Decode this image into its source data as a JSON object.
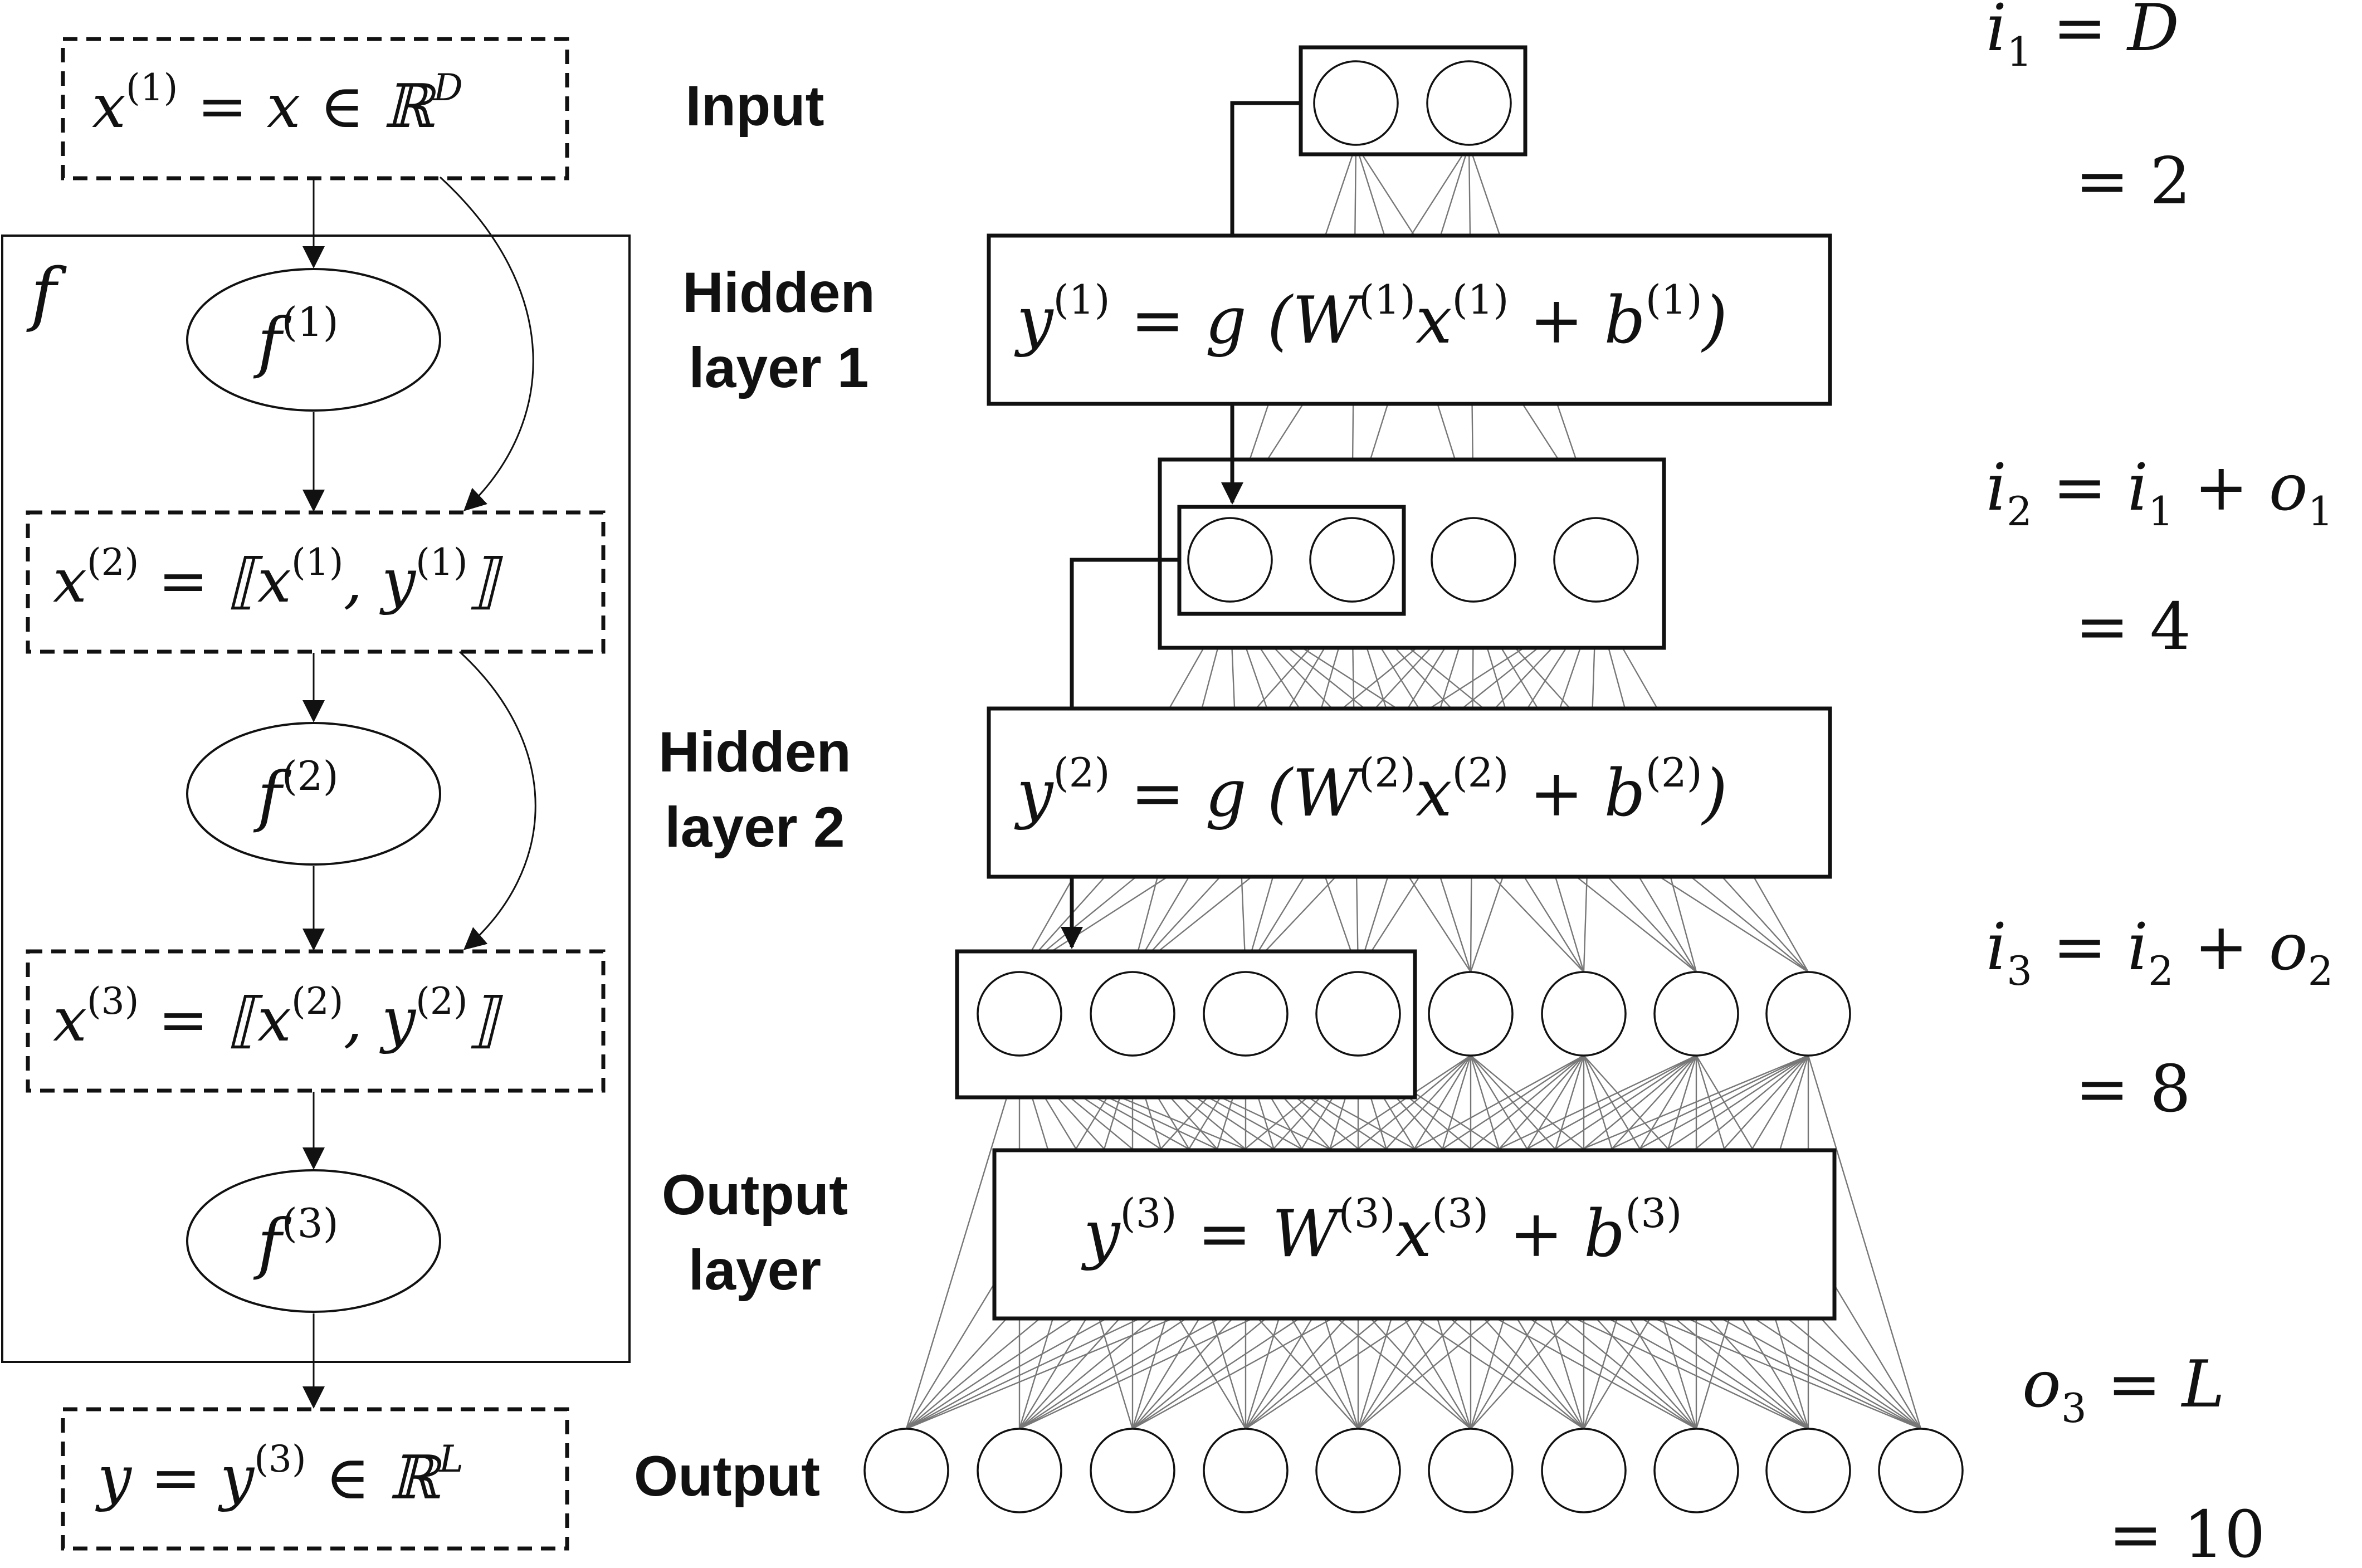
{
  "left": {
    "f_label": "f",
    "input_box": {
      "main": "x",
      "sup1": "(1)",
      "rest": " = x ∈ ℝ",
      "supD": "D"
    },
    "f1": {
      "main": "f",
      "sup": "(1)"
    },
    "x2_box": {
      "a": "x",
      "a_sup": "(2)",
      "eq": " = ⟦x",
      "b_sup": "(1)",
      "mid": ", y",
      "c_sup": "(1)",
      "end": "⟧"
    },
    "f2": {
      "main": "f",
      "sup": "(2)"
    },
    "x3_box": {
      "a": "x",
      "a_sup": "(3)",
      "eq": " = ⟦x",
      "b_sup": "(2)",
      "mid": ", y",
      "c_sup": "(2)",
      "end": "⟧"
    },
    "f3": {
      "main": "f",
      "sup": "(3)"
    },
    "output_box": {
      "main": "y = y",
      "sup3": "(3)",
      "rest": " ∈ ℝ",
      "supL": "L"
    }
  },
  "labels": {
    "input": "Input",
    "hidden1_a": "Hidden",
    "hidden1_b": "layer 1",
    "hidden2_a": "Hidden",
    "hidden2_b": "layer 2",
    "outlayer_a": "Output",
    "outlayer_b": "layer",
    "output": "Output"
  },
  "equations": {
    "h1": {
      "y": "y",
      "ysup": "(1)",
      "eq": " = g (W",
      "wsup": "(1)",
      "x": "x",
      "xsup": "(1)",
      "plus": " + b",
      "bsup": "(1)",
      "close": ")"
    },
    "h2": {
      "y": "y",
      "ysup": "(2)",
      "eq": " = g (W",
      "wsup": "(2)",
      "x": "x",
      "xsup": "(2)",
      "plus": " + b",
      "bsup": "(2)",
      "close": ")"
    },
    "out": {
      "y": "y",
      "ysup": "(3)",
      "eq": " = W",
      "wsup": "(3)",
      "x": "x",
      "xsup": "(3)",
      "plus": " + b",
      "bsup": "(3)"
    }
  },
  "right": {
    "i1": {
      "v": "i",
      "sub": "1",
      "rest": " = D"
    },
    "i1_val": "= 2",
    "i2": {
      "v": "i",
      "sub": "2",
      "eq": " = i",
      "sub2": "1",
      "plus": " + o",
      "sub3": "1"
    },
    "i2_val": "= 4",
    "i3": {
      "v": "i",
      "sub": "3",
      "eq": " = i",
      "sub2": "2",
      "plus": " + o",
      "sub3": "2"
    },
    "i3_val": "= 8",
    "o3": {
      "v": "o",
      "sub": "3",
      "rest": " = L"
    },
    "o3_val": "= 10"
  },
  "network": {
    "layer_sizes": [
      2,
      4,
      8,
      10
    ]
  }
}
